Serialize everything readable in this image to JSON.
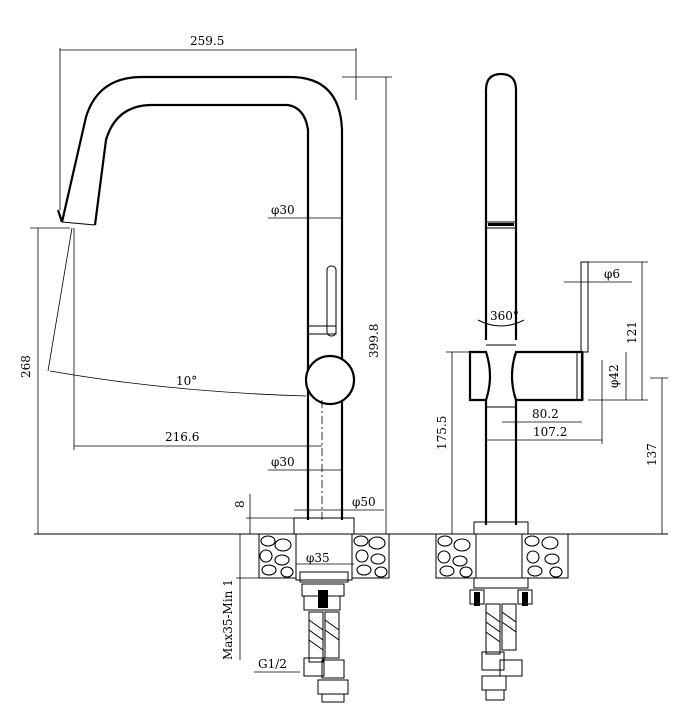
{
  "dimensions": {
    "width_spout": "259.5",
    "total_height": "399.8",
    "spout_height": "268",
    "reach": "216.6",
    "pipe_top_dia": "φ30",
    "pipe_bottom_dia": "φ30",
    "base_dia": "φ50",
    "base_height": "8",
    "shank_dia": "φ35",
    "deck_thickness": "Max35-Min 1",
    "thread": "G1/2",
    "tilt_angle": "10°",
    "rotation": "360°",
    "lever_dia": "φ6",
    "lever_height": "121",
    "body_dia": "φ42",
    "body_length_inner": "80.2",
    "body_length_outer": "107.2",
    "body_height": "175.5",
    "lever_center_height": "137"
  }
}
